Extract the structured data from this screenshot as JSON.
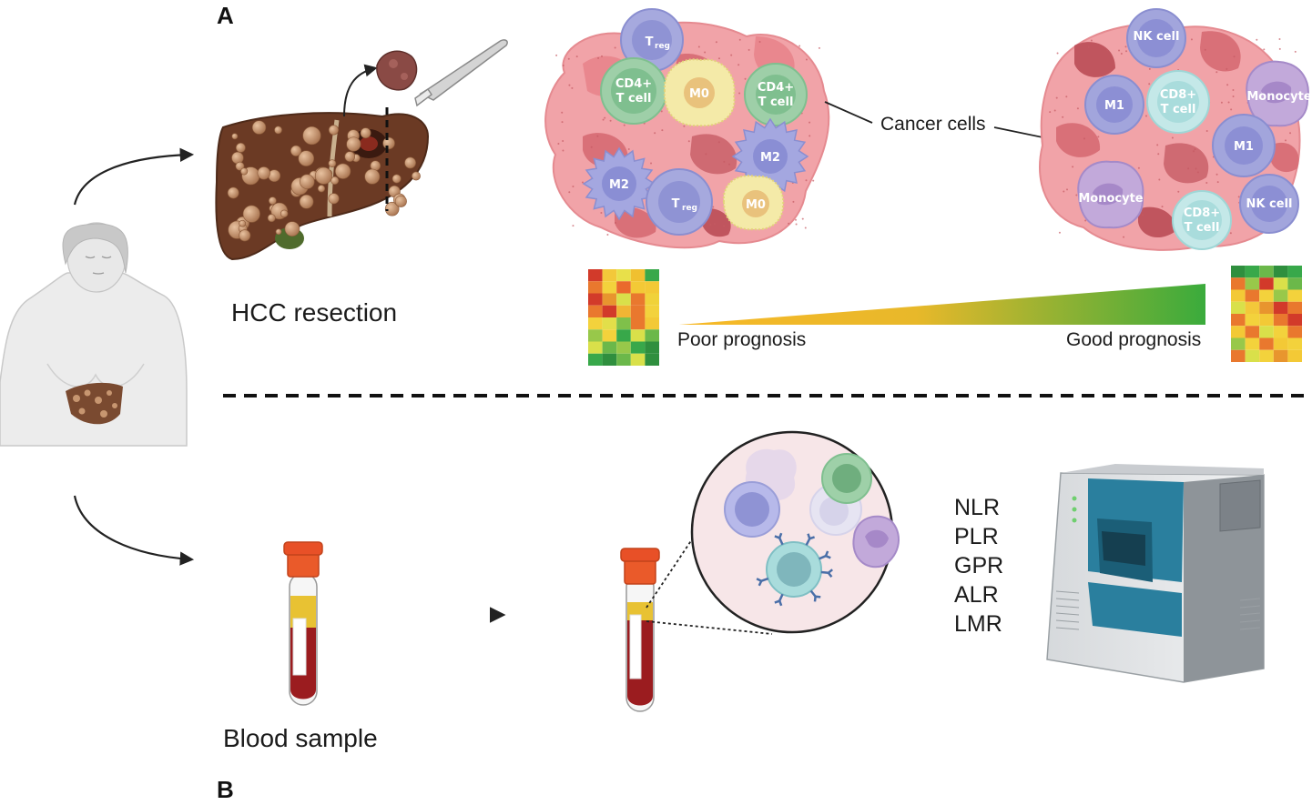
{
  "panel_a_label": "A",
  "panel_b_label": "B",
  "hcc_label": "HCC resection",
  "cancer_label": "Cancer cells",
  "poor_label": "Poor prognosis",
  "good_label": "Good prognosis",
  "blood_label": "Blood sample",
  "metrics": [
    "NLR",
    "PLR",
    "GPR",
    "ALR",
    "LMR"
  ],
  "cells_left": {
    "treg_1": "T",
    "treg_1_sub": "reg",
    "cd4_1": "CD4+",
    "cd4_1b": "T cell",
    "m0_1": "M0",
    "cd4_2": "CD4+",
    "cd4_2b": "T cell",
    "m2_1": "M2",
    "m2_2": "M2",
    "treg_2": "T",
    "treg_2_sub": "reg",
    "m0_2": "M0"
  },
  "cells_right": {
    "nk_1": "NK cell",
    "m1_1": "M1",
    "cd8_1": "CD8+",
    "cd8_1b": "T cell",
    "mono_1": "Monocyte",
    "m1_2": "M1",
    "mono_2": "Monocyte",
    "nk_2": "NK cell",
    "cd8_2": "CD8+",
    "cd8_2b": "T cell"
  },
  "colors": {
    "liver": "#6b3a24",
    "nodule": "#c79670",
    "cancer": "#ef9ea3",
    "cancer_dark": "#d96b72",
    "treg": "#9a9ed8",
    "cd4": "#7fbf8f",
    "m0": "#f2e8a4",
    "m2": "#8b8fd6",
    "nk": "#8c8fd4",
    "cd8": "#a9dcdc",
    "mono": "#b59ad0",
    "tube_cap": "#ea5a2a",
    "blood": "#9b1c1f",
    "plasma": "#e8c233",
    "analyzer_blue": "#2a7f9e",
    "gradient_start": "#f7b928",
    "gradient_end": "#3aab3c"
  },
  "heatmap_left": [
    [
      "#d23a2a",
      "#f3c83a",
      "#e8e04a",
      "#f0c030",
      "#38a84a"
    ],
    [
      "#e9782e",
      "#f3d23c",
      "#ea6a2c",
      "#f3c936",
      "#f3c936"
    ],
    [
      "#d23a2a",
      "#e8952e",
      "#d9e04a",
      "#e9782e",
      "#f0d23a"
    ],
    [
      "#e9782e",
      "#d23a2a",
      "#f0b534",
      "#e9782e",
      "#f3d23c"
    ],
    [
      "#f3d23c",
      "#e2df4a",
      "#7fc04a",
      "#e9782e",
      "#f3c936"
    ],
    [
      "#98c84a",
      "#f3d23c",
      "#38a84a",
      "#d9e04a",
      "#6bb84a"
    ],
    [
      "#d9e04a",
      "#6bb84a",
      "#98c84a",
      "#38a84a",
      "#2f8f3e"
    ],
    [
      "#38a84a",
      "#2f8f3e",
      "#6bb84a",
      "#d9e04a",
      "#2f8f3e"
    ]
  ],
  "heatmap_right": [
    [
      "#2f8f3e",
      "#38a84a",
      "#6bb84a",
      "#2f8f3e",
      "#38a84a"
    ],
    [
      "#e9782e",
      "#98c84a",
      "#d23a2a",
      "#d9e04a",
      "#6bb84a"
    ],
    [
      "#f3c936",
      "#e9782e",
      "#f3d23c",
      "#98c84a",
      "#f3d23c"
    ],
    [
      "#d9e04a",
      "#f3c83a",
      "#e8952e",
      "#d23a2a",
      "#e9782e"
    ],
    [
      "#e9782e",
      "#f3d23c",
      "#f3c936",
      "#e9782e",
      "#d23a2a"
    ],
    [
      "#f3c936",
      "#e9782e",
      "#d9e04a",
      "#f3d23c",
      "#e9782e"
    ],
    [
      "#98c84a",
      "#f3d23c",
      "#e9782e",
      "#f3c936",
      "#f3d23c"
    ],
    [
      "#e9782e",
      "#d9e04a",
      "#f3d23c",
      "#e8952e",
      "#f3c936"
    ]
  ]
}
